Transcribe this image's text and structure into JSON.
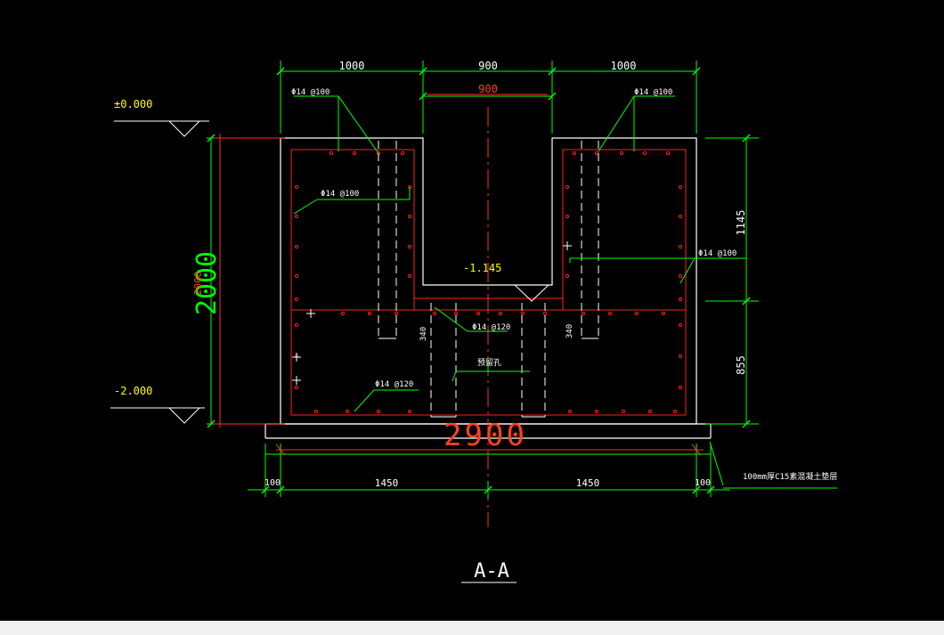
{
  "drawing": {
    "section_title": "A-A",
    "top_dims": [
      "1000",
      "900",
      "1000"
    ],
    "inner_dim": "900",
    "bottom_total": "2900",
    "bottom_dims": [
      "100",
      "1450",
      "1450",
      "100"
    ],
    "left_height": "2000",
    "left_height_overlap": "2000",
    "right_dims": [
      "1145",
      "855"
    ],
    "slot_elevation": "-1.145",
    "elevation_top": "±0.000",
    "elevation_bottom": "-2.000",
    "rebar_labels": [
      "Φ14 @100",
      "Φ14 @100",
      "Φ14 @100",
      "Φ14 @100",
      "Φ14 @120",
      "Φ14 @120"
    ],
    "slot_dims": [
      "340",
      "340"
    ],
    "slot_note": "预留孔",
    "base_note": "100mm厚C15素混凝土垫层",
    "colors": {
      "concrete": "#ffffff",
      "rebar": "#ff2020",
      "dimension": "#00ff00",
      "dim_text": "#ffffff",
      "elevation": "#ffff00",
      "centerline": "#ff3030",
      "label_leader": "#00ff00"
    }
  }
}
